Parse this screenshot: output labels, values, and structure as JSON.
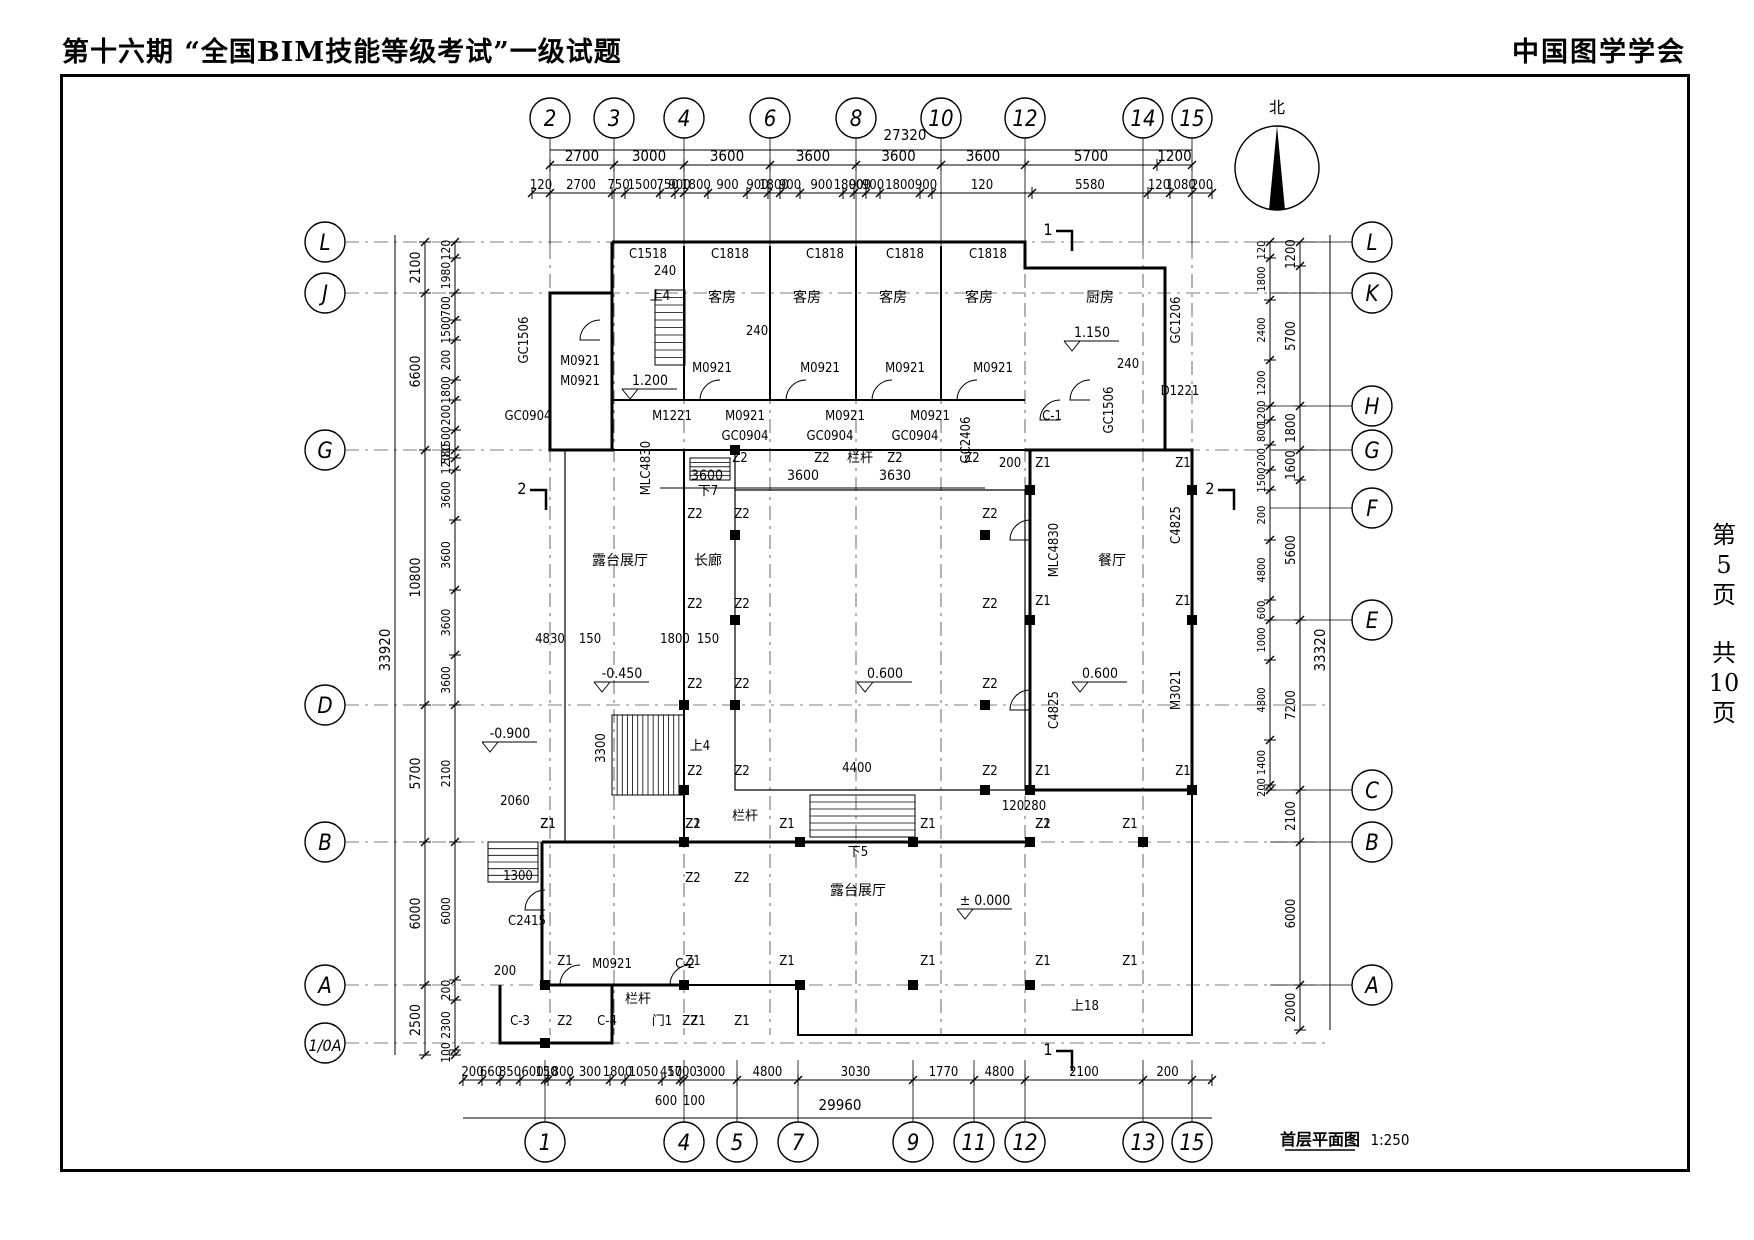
{
  "header": {
    "title": "第十六期 “全国BIM技能等级考试”一级试题",
    "organization": "中国图学学会"
  },
  "page_info": {
    "di": "第",
    "page_no": "5",
    "ye1": "页",
    "gong": "共",
    "total": "10",
    "ye2": "页"
  },
  "drawing": {
    "title": "首层平面图",
    "scale": "1:250",
    "north": "北",
    "axes_top": [
      "2",
      "3",
      "4",
      "6",
      "8",
      "10",
      "12",
      "14",
      "15"
    ],
    "axes_bottom": [
      "1",
      "4",
      "5",
      "7",
      "9",
      "11",
      "12",
      "13",
      "15"
    ],
    "axes_left": [
      "L",
      "J",
      "G",
      "D",
      "B",
      "A",
      "1/0A"
    ],
    "axes_right": [
      "L",
      "K",
      "H",
      "G",
      "F",
      "E",
      "C",
      "B",
      "A"
    ],
    "top_dims_1": [
      "2700",
      "3000",
      "3600",
      "3600",
      "3600",
      "3600",
      "5700",
      "1200"
    ],
    "top_total": "27320",
    "top_dims_2": [
      "120",
      "2700",
      "750",
      "1500",
      "750",
      "900",
      "1800",
      "900",
      "900",
      "1800",
      "900",
      "900",
      "1800",
      "900",
      "900",
      "1800",
      "900",
      "120",
      "5580",
      "120",
      "1080",
      "200"
    ],
    "bottom_dims_1": [
      "200",
      "660",
      "850",
      "600",
      "150",
      "1800",
      "300",
      "1800",
      "1050",
      "450",
      "1700",
      "3000",
      "4800",
      "3030",
      "1770",
      "4800",
      "2100",
      "200"
    ],
    "bottom_dims_2": [
      "600",
      "100"
    ],
    "bottom_total": "29960",
    "left_total": "33920",
    "left_dims_1": [
      "2100",
      "6600",
      "10800",
      "5700",
      "6000",
      "2500"
    ],
    "left_dims_2": [
      "120",
      "1980",
      "700",
      "1500",
      "200",
      "1800",
      "200",
      "1500",
      "580",
      "120",
      "3600",
      "3600",
      "3600",
      "3600",
      "2100",
      "6000",
      "200",
      "2300",
      "100"
    ],
    "right_total": "33320",
    "right_dims_1": [
      "1200",
      "5700",
      "1800",
      "1600",
      "5600",
      "7200",
      "2100",
      "6000",
      "2000"
    ],
    "right_dims_2": [
      "120",
      "1800",
      "2400",
      "1200",
      "1200",
      "800",
      "200",
      "1500",
      "200",
      "4800",
      "600",
      "1000",
      "4800",
      "1400",
      "200"
    ],
    "rooms": [
      "客房",
      "客房",
      "客房",
      "客房",
      "厨房",
      "餐厅",
      "露台展厅",
      "长廊",
      "露台展厅"
    ],
    "elevations": [
      "1.150",
      "1.200",
      "-0.450",
      "0.600",
      "0.600",
      "-0.900",
      "± 0.000"
    ],
    "labels": [
      "C1518",
      "C1818",
      "C1818",
      "C1818",
      "C1818",
      "M0921",
      "M0921",
      "M0921",
      "M0921",
      "M0921",
      "M0921",
      "M0921",
      "M0921",
      "M0921",
      "GC1506",
      "GC1506",
      "GC0904",
      "GC0904",
      "GC0904",
      "GC0904",
      "GC2406",
      "GC1206",
      "D1221",
      "M1221",
      "C-1",
      "MLC4830",
      "MLC4830",
      "C4825",
      "C4825",
      "M3021",
      "C2415",
      "M0921",
      "C-2",
      "C-3",
      "C-4",
      "门1",
      "栏杆",
      "栏杆",
      "栏杆",
      "上18",
      "上4",
      "下7",
      "上4",
      "下5",
      "1300",
      "240",
      "4830",
      "150",
      "1800",
      "150",
      "3300",
      "4400",
      "2060",
      "120",
      "280",
      "200",
      "200",
      "240",
      "240"
    ],
    "columns": [
      "Z2",
      "Z2",
      "Z2",
      "Z2",
      "Z2",
      "Z2",
      "Z2",
      "Z2",
      "Z2",
      "Z2",
      "Z2",
      "Z2",
      "Z2",
      "Z2",
      "Z2",
      "Z2",
      "Z2",
      "Z2",
      "Z2",
      "Z2",
      "Z1",
      "Z1",
      "Z1",
      "Z1",
      "Z1",
      "Z1",
      "Z1",
      "Z1",
      "Z1",
      "Z1",
      "Z1",
      "Z1",
      "Z1",
      "Z1",
      "Z1",
      "Z1",
      "Z1",
      "Z1",
      "Z1",
      "Z1",
      "Z1",
      "Z2",
      "Z2"
    ],
    "inner_dims": [
      "3600",
      "3600",
      "3630"
    ],
    "section_marks": [
      "1",
      "2",
      "1",
      "2"
    ]
  }
}
